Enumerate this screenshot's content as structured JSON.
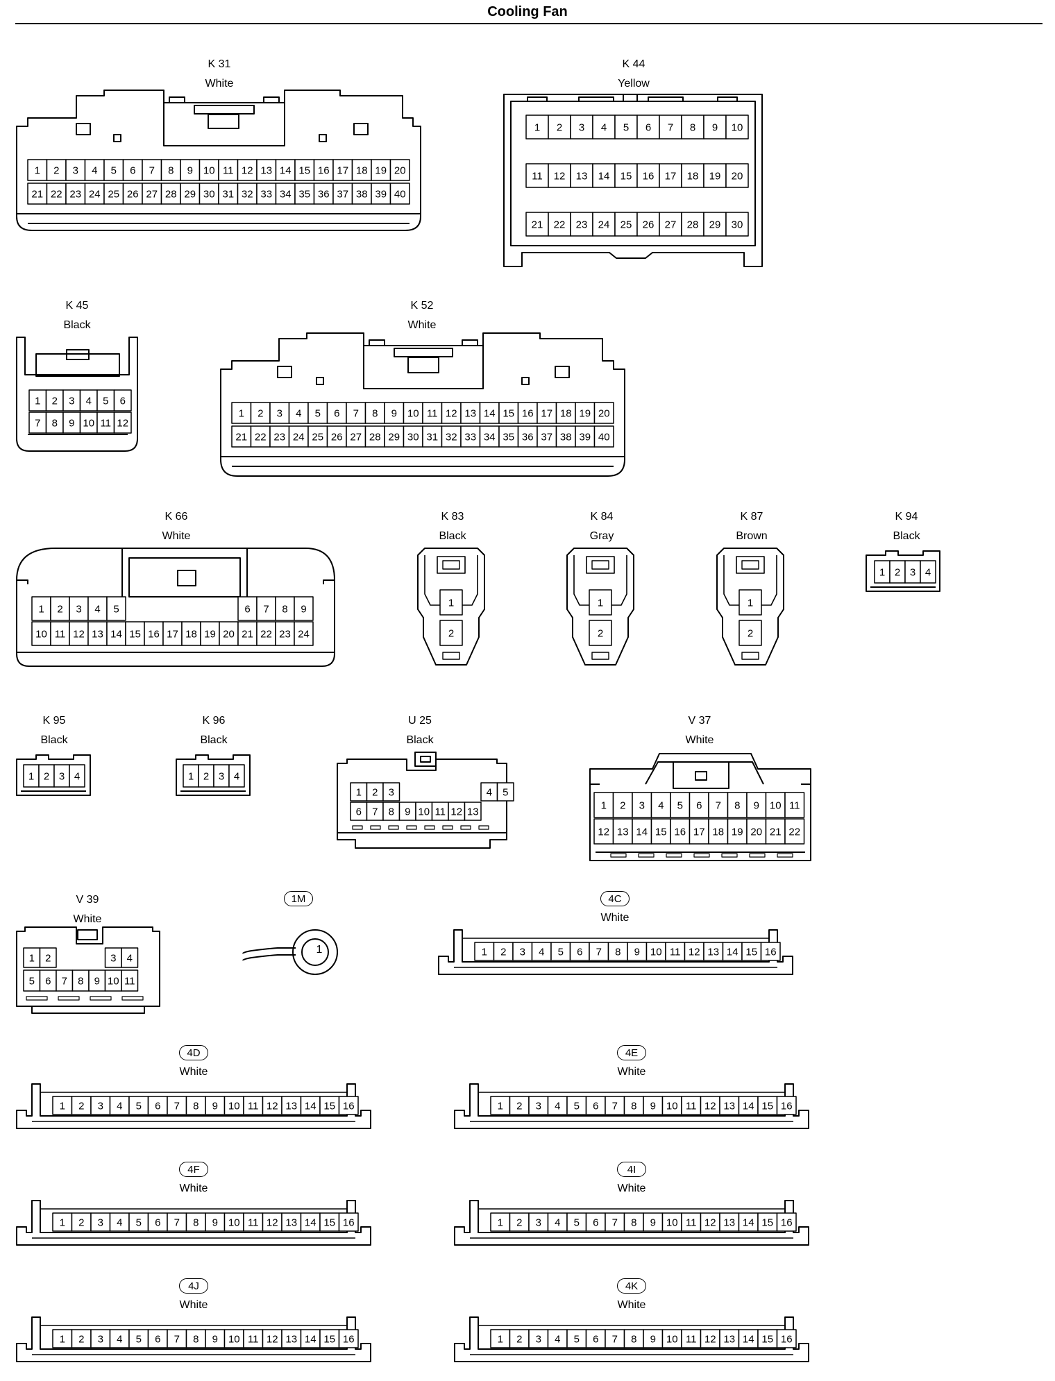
{
  "title": "Cooling Fan",
  "connectors": [
    {
      "id": "k31",
      "code": "K 31",
      "color": "White",
      "rows": [
        [
          1,
          20
        ],
        [
          21,
          40
        ]
      ]
    },
    {
      "id": "k44",
      "code": "K 44",
      "color": "Yellow",
      "rows": [
        [
          1,
          10
        ],
        [
          11,
          20
        ],
        [
          21,
          30
        ]
      ]
    },
    {
      "id": "k45",
      "code": "K 45",
      "color": "Black",
      "rows": [
        [
          1,
          6
        ],
        [
          7,
          12
        ]
      ]
    },
    {
      "id": "k52",
      "code": "K 52",
      "color": "White",
      "rows": [
        [
          1,
          20
        ],
        [
          21,
          40
        ]
      ]
    },
    {
      "id": "k66",
      "code": "K 66",
      "color": "White",
      "rows": [
        [
          1,
          5,
          6,
          9
        ],
        [
          10,
          24
        ]
      ]
    },
    {
      "id": "k83",
      "code": "K 83",
      "color": "Black",
      "rows": [
        [
          1,
          1
        ],
        [
          2,
          2
        ]
      ]
    },
    {
      "id": "k84",
      "code": "K 84",
      "color": "Gray",
      "rows": [
        [
          1,
          1
        ],
        [
          2,
          2
        ]
      ]
    },
    {
      "id": "k87",
      "code": "K 87",
      "color": "Brown",
      "rows": [
        [
          1,
          1
        ],
        [
          2,
          2
        ]
      ]
    },
    {
      "id": "k94",
      "code": "K 94",
      "color": "Black",
      "rows": [
        [
          1,
          4
        ]
      ]
    },
    {
      "id": "k95",
      "code": "K 95",
      "color": "Black",
      "rows": [
        [
          1,
          4
        ]
      ]
    },
    {
      "id": "k96",
      "code": "K 96",
      "color": "Black",
      "rows": [
        [
          1,
          4
        ]
      ]
    },
    {
      "id": "u25",
      "code": "U 25",
      "color": "Black",
      "rows": [
        [
          1,
          3,
          4,
          5
        ],
        [
          6,
          13
        ]
      ]
    },
    {
      "id": "v37",
      "code": "V 37",
      "color": "White",
      "rows": [
        [
          1,
          11
        ],
        [
          12,
          22
        ]
      ]
    },
    {
      "id": "v39",
      "code": "V 39",
      "color": "White",
      "rows": [
        [
          1,
          2,
          3,
          4
        ],
        [
          5,
          11
        ]
      ]
    },
    {
      "id": "1m",
      "code": "1M",
      "color": "",
      "terminal": "1"
    },
    {
      "id": "4c",
      "code": "4C",
      "color": "White",
      "rows": [
        [
          1,
          16
        ]
      ]
    },
    {
      "id": "4d",
      "code": "4D",
      "color": "White",
      "rows": [
        [
          1,
          16
        ]
      ]
    },
    {
      "id": "4e",
      "code": "4E",
      "color": "White",
      "rows": [
        [
          1,
          16
        ]
      ]
    },
    {
      "id": "4f",
      "code": "4F",
      "color": "White",
      "rows": [
        [
          1,
          16
        ]
      ]
    },
    {
      "id": "4i",
      "code": "4I",
      "color": "White",
      "rows": [
        [
          1,
          16
        ]
      ]
    },
    {
      "id": "4j",
      "code": "4J",
      "color": "White",
      "rows": [
        [
          1,
          16
        ]
      ]
    },
    {
      "id": "4k",
      "code": "4K",
      "color": "White",
      "rows": [
        [
          1,
          16
        ]
      ]
    }
  ]
}
